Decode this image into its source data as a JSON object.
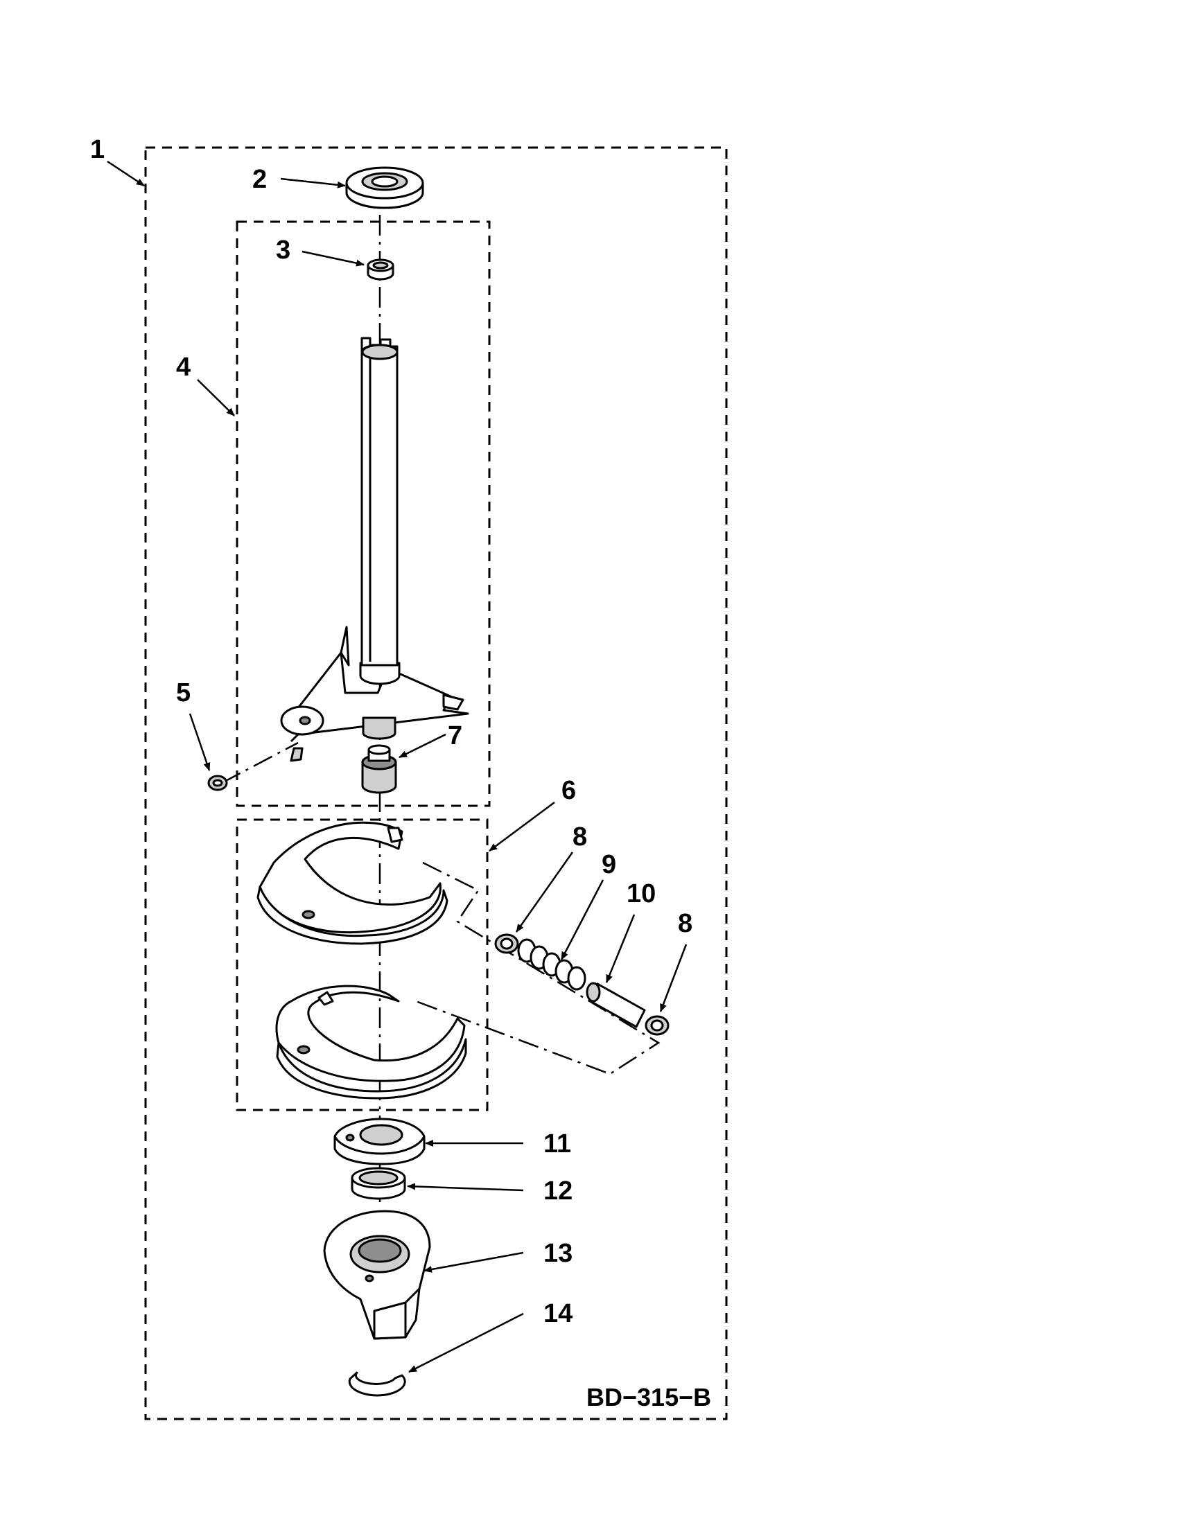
{
  "diagram": {
    "code": "BD−315−B",
    "callouts": [
      {
        "label": "1"
      },
      {
        "label": "2"
      },
      {
        "label": "3"
      },
      {
        "label": "4"
      },
      {
        "label": "5"
      },
      {
        "label": "6"
      },
      {
        "label": "7"
      },
      {
        "label": "8"
      },
      {
        "label": "9"
      },
      {
        "label": "10"
      },
      {
        "label": "8"
      },
      {
        "label": "11"
      },
      {
        "label": "12"
      },
      {
        "label": "13"
      },
      {
        "label": "14"
      }
    ]
  }
}
